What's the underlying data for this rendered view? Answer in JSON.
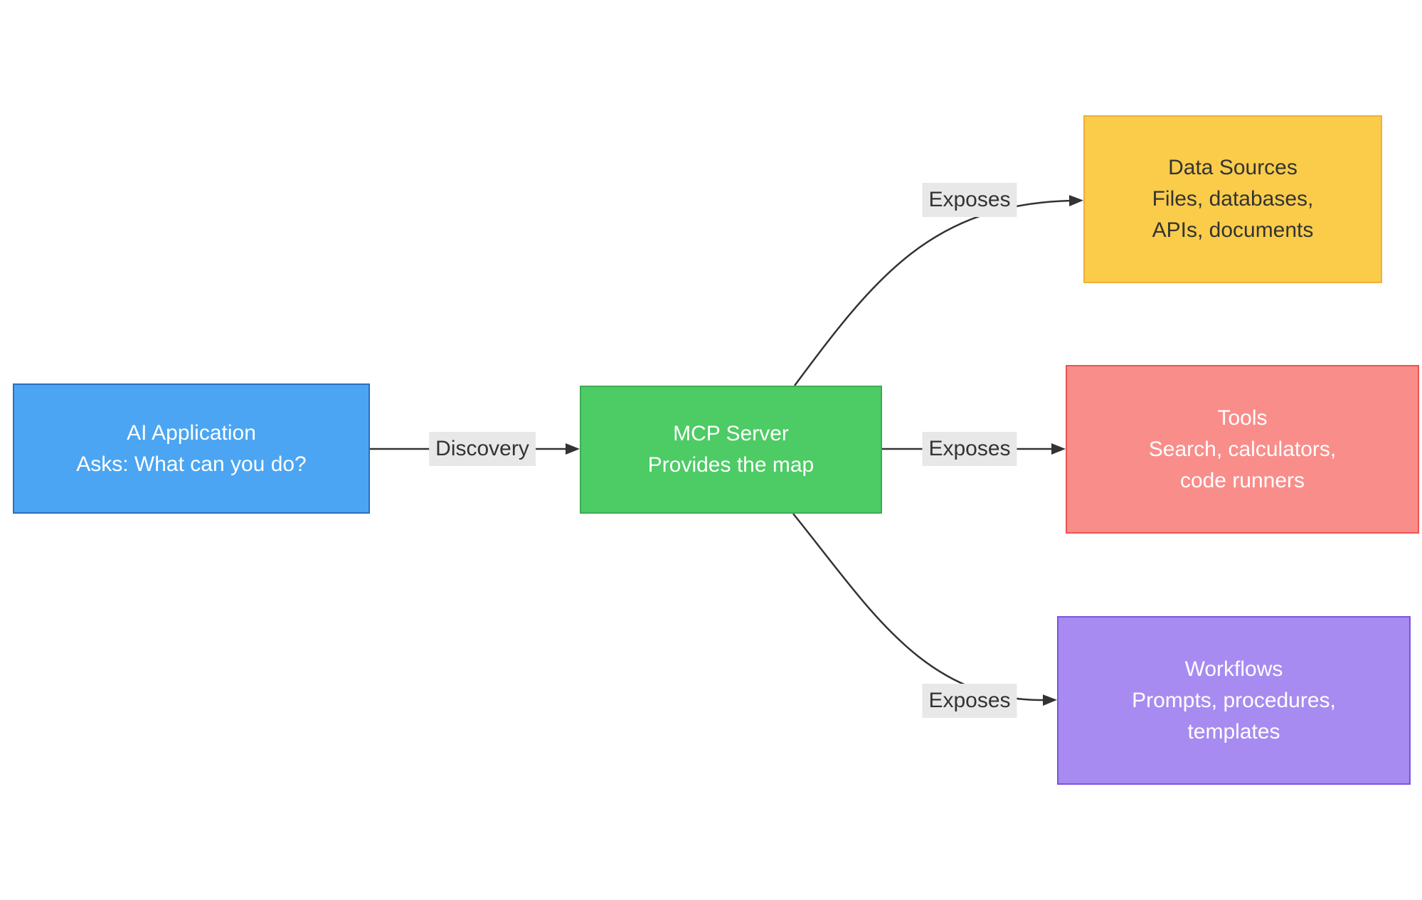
{
  "diagram": {
    "type": "flowchart",
    "direction": "left-to-right",
    "background": "#ffffff",
    "edge_color": "#333333",
    "label_bg": "#e8e8e8",
    "label_text_color": "#333333"
  },
  "nodes": {
    "ai_app": {
      "lines": [
        "AI Application",
        "Asks: What can you do?"
      ],
      "fill": "#4BA5F2",
      "border": "#2E6FBA",
      "text_color": "#ffffff"
    },
    "mcp_server": {
      "lines": [
        "MCP Server",
        "Provides the map"
      ],
      "fill": "#4DCB65",
      "border": "#3EAC53",
      "text_color": "#ffffff"
    },
    "data_sources": {
      "lines": [
        "Data Sources",
        "Files, databases,",
        "APIs, documents"
      ],
      "fill": "#FACC4A",
      "border": "#F0AE38",
      "text_color": "#333333"
    },
    "tools": {
      "lines": [
        "Tools",
        "Search, calculators,",
        "code runners"
      ],
      "fill": "#F98D8A",
      "border": "#EF5350",
      "text_color": "#ffffff"
    },
    "workflows": {
      "lines": [
        "Workflows",
        "Prompts, procedures,",
        "templates"
      ],
      "fill": "#A78BF0",
      "border": "#7C52E0",
      "text_color": "#ffffff"
    }
  },
  "edges": [
    {
      "from": "ai_app",
      "to": "mcp_server",
      "label": "Discovery"
    },
    {
      "from": "mcp_server",
      "to": "data_sources",
      "label": "Exposes"
    },
    {
      "from": "mcp_server",
      "to": "tools",
      "label": "Exposes"
    },
    {
      "from": "mcp_server",
      "to": "workflows",
      "label": "Exposes"
    }
  ]
}
